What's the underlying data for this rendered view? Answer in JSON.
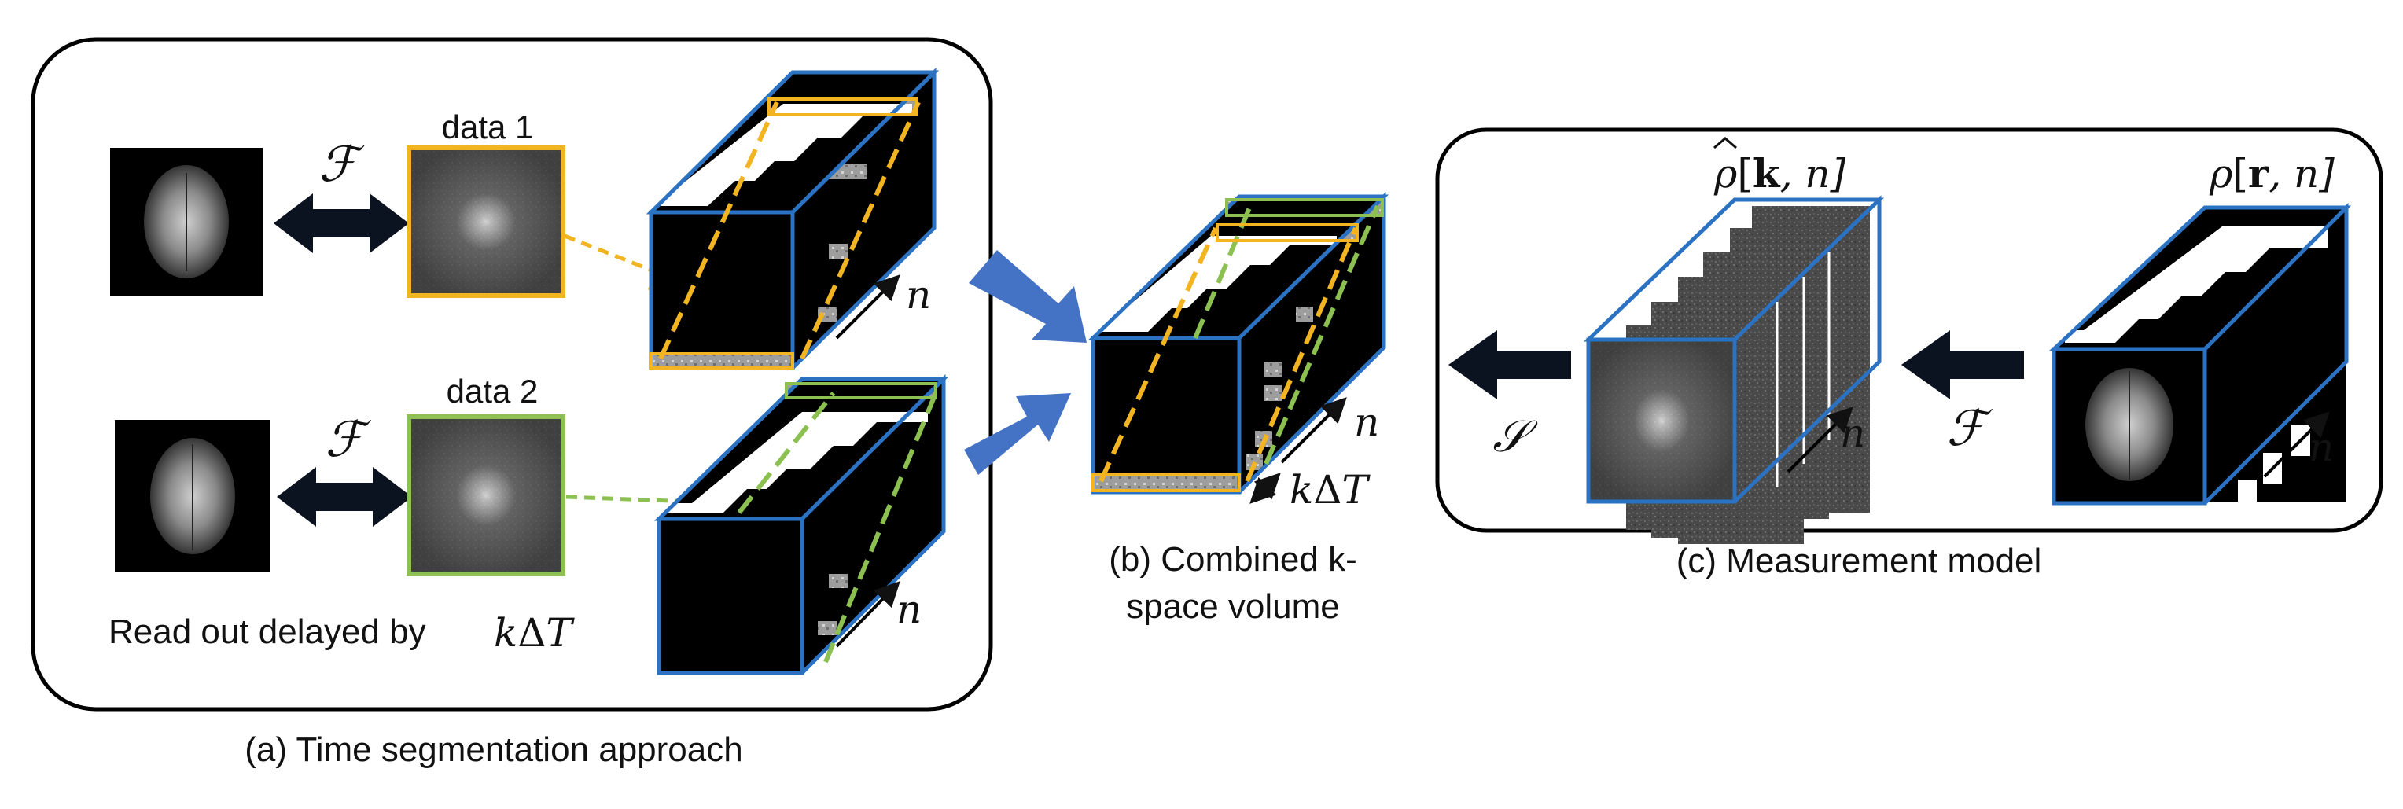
{
  "panel_a": {
    "caption": "(a) Time segmentation approach",
    "data1_label": "data 1",
    "data2_label": "data 2",
    "fourier_symbol": "ℱ",
    "readout_text": "Read out delayed by",
    "readout_math_k": "k",
    "readout_math_delta": "Δ",
    "readout_math_T": "T",
    "axis_n": "n",
    "data1_color": "#f3b421",
    "data2_color": "#8cc152"
  },
  "panel_b": {
    "caption_line1": "(b) Combined k-",
    "caption_line2": "space volume",
    "axis_n": "n",
    "offset_k": "k",
    "offset_delta": "Δ",
    "offset_T": "T"
  },
  "panel_c": {
    "caption": "(c) Measurement model",
    "kspace_label_rho": "ρ",
    "kspace_label_args_open": "[",
    "kspace_label_k": "k",
    "kspace_label_args_rest": ", n]",
    "image_label_rho": "ρ",
    "image_label_args_open": "[",
    "image_label_r": "r",
    "image_label_args_rest": ", n]",
    "sampling_symbol": "𝒮",
    "fourier_symbol": "ℱ",
    "axis_n": "n"
  },
  "colors": {
    "cube_edge": "#2b72c2",
    "arrow_blue": "#4472c4",
    "arrow_dark": "#0b1220"
  }
}
